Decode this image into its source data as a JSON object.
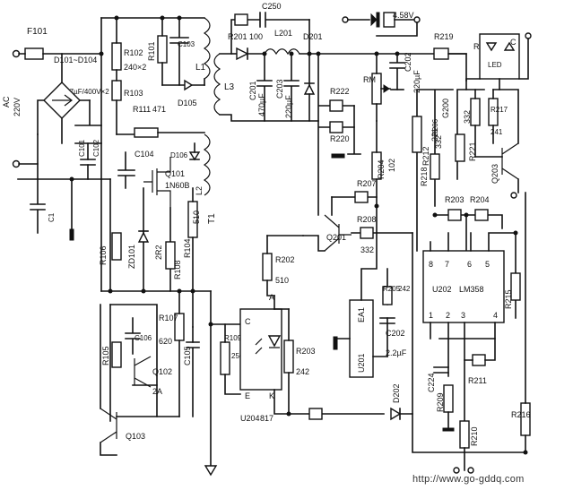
{
  "labels": {
    "F101": "F101",
    "D101_104": "D101~D104",
    "cap_in": "4.7µF/400V×2",
    "AC": "AC",
    "V220": "220V",
    "C101": "C101",
    "C102": "C102",
    "C1": "C1",
    "R102": "R102",
    "R102v": "240×2",
    "R103": "R103",
    "R101": "R101",
    "C103": "C103",
    "L1": "L1",
    "D105": "D105",
    "R111": "R111",
    "R111v": "471",
    "C104": "C104",
    "D106": "D106",
    "Q101": "Q101",
    "Q101t": "1N60B",
    "L2": "L2",
    "T1": "T1",
    "R106": "R106",
    "ZD101": "ZD101",
    "R2R2": "2R2",
    "R108": "R108",
    "R104": "R104",
    "R104v": "510",
    "R107": "R107",
    "R107v": "620",
    "R105": "R105",
    "C106": "C106",
    "Q102": "Q102",
    "Q102t": "2A",
    "Q103": "Q103",
    "C105": "C105",
    "R109": "R109",
    "R109v": "256",
    "R201": "R201",
    "R201v": "100",
    "C250": "C250",
    "L201": "L201",
    "D201": "D201",
    "L3": "L3",
    "C201": "C201",
    "C201v": "470µF",
    "C203": "C203",
    "C203v": "220µF",
    "R222": "R222",
    "R220": "R220",
    "V458": "4.58V",
    "RM": "RM",
    "C202": "C202",
    "C202v": "220µF",
    "R204": "R204",
    "R204v": "102",
    "R207": "R207",
    "R208": "R208",
    "R208v": "332",
    "Q201": "Q201",
    "R202": "R202",
    "R202v": "510",
    "R205": "R205",
    "R205v": "242",
    "EA1": "EA1",
    "U201": "U201",
    "C202b": "C202",
    "C202bv": "2.2µF",
    "D202": "D202",
    "R203": "R203",
    "R203v": "242",
    "U204": "U204",
    "U204t": "817",
    "pinC": "C",
    "pinA": "A",
    "pinE": "E",
    "pinK": "K",
    "R219": "R219",
    "LED": "LED",
    "R": "R",
    "C": "C",
    "G200": "G200",
    "R332": "332",
    "R217": "R217",
    "R217v": "241",
    "R221": "R221",
    "Q203": "Q203",
    "R212": "R212",
    "R212v": "221",
    "R218": "R218",
    "R218v": "332",
    "R206": "R206",
    "R203b": "R203",
    "R204b": "R204",
    "U202": "U202",
    "U202t": "LM358",
    "pin8": "8",
    "pin7": "7",
    "pin6": "6",
    "pin5": "5",
    "pin1": "1",
    "pin2": "2",
    "pin3": "3",
    "pin4": "4",
    "R215": "R215",
    "C224": "C224",
    "R209": "R209",
    "R211": "R211",
    "R210": "R210",
    "R216": "R216",
    "url": "http://www.go-gddq.com"
  }
}
